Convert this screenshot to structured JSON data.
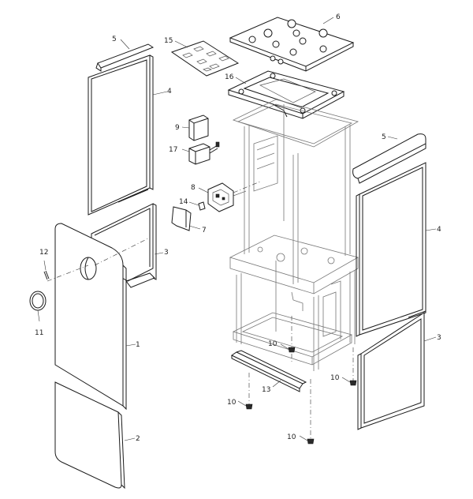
{
  "callouts": {
    "c1": "1",
    "c2": "2",
    "c3a": "3",
    "c3b": "3",
    "c4a": "4",
    "c4b": "4",
    "c5a": "5",
    "c5b": "5",
    "c6": "6",
    "c7": "7",
    "c8": "8",
    "c9": "9",
    "c10a": "10",
    "c10b": "10",
    "c10c": "10",
    "c10d": "10",
    "c11": "11",
    "c12": "12",
    "c13": "13",
    "c14": "14",
    "c15": "15",
    "c16": "16",
    "c17": "17"
  }
}
